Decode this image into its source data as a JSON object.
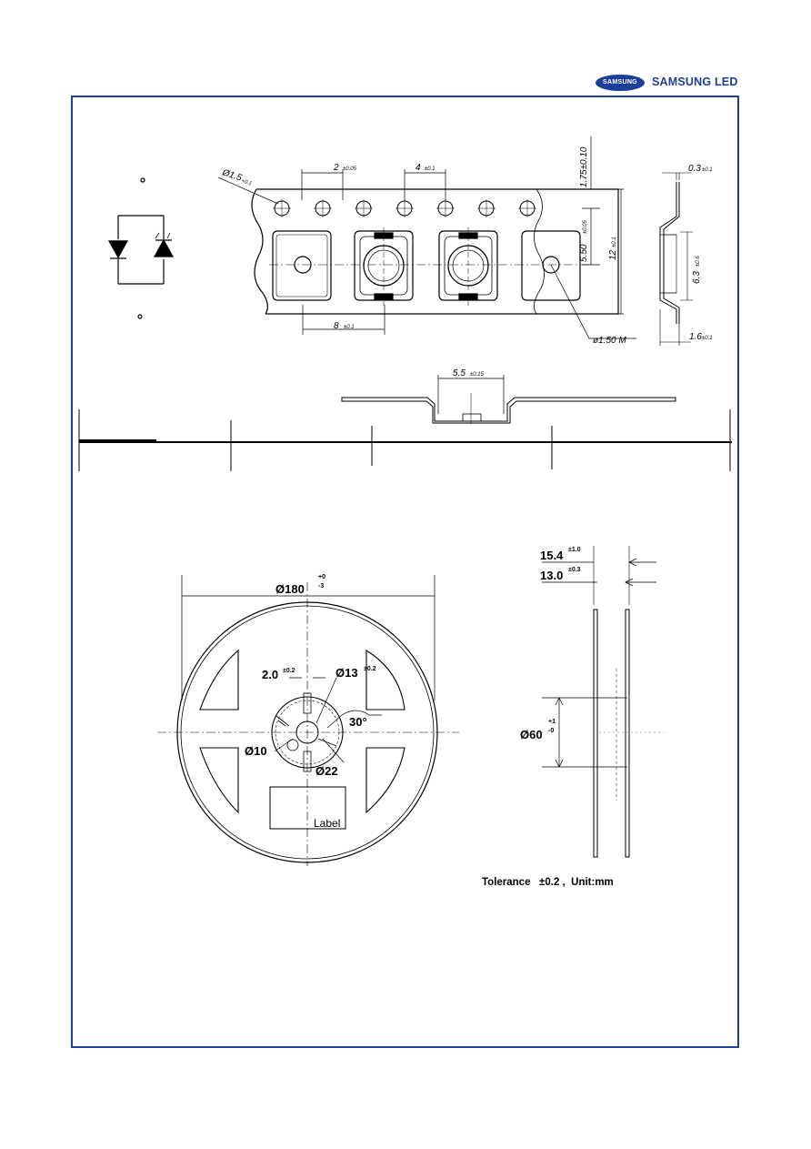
{
  "header": {
    "logo_badge": "SAMSUNG",
    "logo_text": "SAMSUNG LED",
    "brand_color": "#1b3f98"
  },
  "tape_drawing": {
    "hole_dia": "Ø1.5",
    "hole_dia_tol": "+0.1",
    "pitch_2": "2",
    "pitch_2_tol": "±0.05",
    "pitch_4": "4",
    "pitch_4_tol": "±0.1",
    "edge_175": "1.75±0.10",
    "offset_550": "5.50",
    "offset_550_tol": "±0.05",
    "width_12": "12",
    "width_12_tol": "±0.1",
    "pitch_8": "8",
    "pitch_8_tol": "±0.1",
    "hole_150": "ø1.50 M",
    "thickness_03": "0.3",
    "thickness_03_tol": "±0.1",
    "depth_63": "6.3",
    "depth_63_tol": "±0.6",
    "thickness_16": "1.6",
    "thickness_16_tol": "±0.1",
    "pocket_55": "5.5",
    "pocket_55_tol": "±0.15"
  },
  "reel_drawing": {
    "dia_180": "Ø180",
    "dia_180_tol_plus": "+0",
    "dia_180_tol_minus": "-3",
    "slot_20": "2.0",
    "slot_20_tol": "±0.2",
    "dia_13": "Ø13",
    "dia_13_tol": "±0.2",
    "angle_30": "30°",
    "dia_10": "Ø10",
    "dia_22": "Ø22",
    "label": "Label",
    "width_154": "15.4",
    "width_154_tol": "±1.0",
    "width_130": "13.0",
    "width_130_tol": "±0.3",
    "dia_60": "Ø60",
    "dia_60_tol_plus": "+1",
    "dia_60_tol_minus": "-0",
    "tolerance_note": "Tolerance   ±0.2 ,  Unit:mm"
  }
}
